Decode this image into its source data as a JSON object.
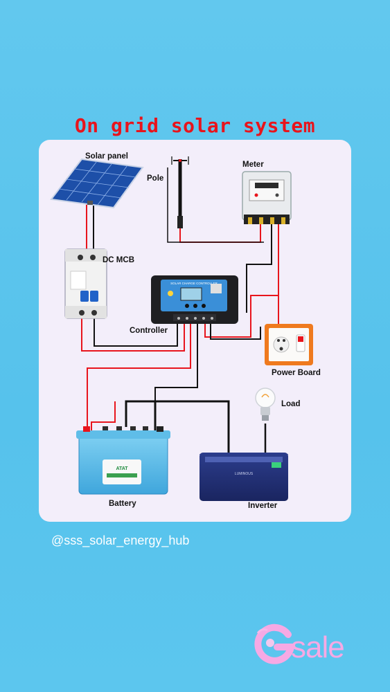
{
  "title": "On grid solar system",
  "labels": {
    "solar_panel": "Solar panel",
    "pole": "Pole",
    "meter": "Meter",
    "dc_mcb": "DC MCB",
    "controller": "Controller",
    "power_board": "Power Board",
    "load": "Load",
    "battery": "Battery",
    "inverter": "Inverter"
  },
  "device_text": {
    "controller_header": "SOLAR CHARGE CONTROLLER",
    "battery_brand": "ATAT",
    "inverter_brand": "LUMINOUS"
  },
  "handle": "@sss_solar_energy_hub",
  "brand": {
    "word": "sale"
  },
  "colors": {
    "background": "#5cc6ee",
    "card": "#f3eefa",
    "title": "#e8141c",
    "wire_red": "#e8141c",
    "wire_black": "#111111",
    "brand": "#f6a9e4"
  }
}
